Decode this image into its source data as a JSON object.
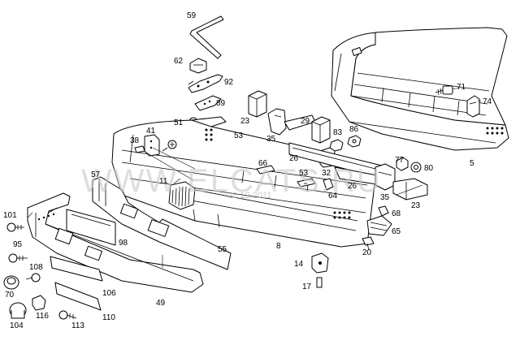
{
  "watermark": {
    "text": "WWW.ELCATS.RU",
    "date": "28.12.2011"
  },
  "labels": [
    {
      "id": "59",
      "text": "59"
    },
    {
      "id": "62",
      "text": "62"
    },
    {
      "id": "92",
      "text": "92"
    },
    {
      "id": "89",
      "text": "89"
    },
    {
      "id": "51",
      "text": "51"
    },
    {
      "id": "23a",
      "text": "23"
    },
    {
      "id": "29",
      "text": "29"
    },
    {
      "id": "83",
      "text": "83"
    },
    {
      "id": "86",
      "text": "86"
    },
    {
      "id": "71",
      "text": "71"
    },
    {
      "id": "74",
      "text": "74"
    },
    {
      "id": "41",
      "text": "41"
    },
    {
      "id": "38",
      "text": "38"
    },
    {
      "id": "53a",
      "text": "53"
    },
    {
      "id": "35a",
      "text": "35"
    },
    {
      "id": "26a",
      "text": "26"
    },
    {
      "id": "77",
      "text": "77"
    },
    {
      "id": "80",
      "text": "80"
    },
    {
      "id": "5",
      "text": "5"
    },
    {
      "id": "57",
      "text": "57"
    },
    {
      "id": "11",
      "text": "11"
    },
    {
      "id": "66",
      "text": "66"
    },
    {
      "id": "53b",
      "text": "53"
    },
    {
      "id": "32",
      "text": "32"
    },
    {
      "id": "64",
      "text": "64"
    },
    {
      "id": "26b",
      "text": "26"
    },
    {
      "id": "35b",
      "text": "35"
    },
    {
      "id": "23b",
      "text": "23"
    },
    {
      "id": "101",
      "text": "101"
    },
    {
      "id": "98",
      "text": "98"
    },
    {
      "id": "55",
      "text": "55"
    },
    {
      "id": "8",
      "text": "8"
    },
    {
      "id": "68",
      "text": "68"
    },
    {
      "id": "65",
      "text": "65"
    },
    {
      "id": "95",
      "text": "95"
    },
    {
      "id": "20",
      "text": "20"
    },
    {
      "id": "108",
      "text": "108"
    },
    {
      "id": "14",
      "text": "14"
    },
    {
      "id": "70",
      "text": "70"
    },
    {
      "id": "106",
      "text": "106"
    },
    {
      "id": "17",
      "text": "17"
    },
    {
      "id": "49",
      "text": "49"
    },
    {
      "id": "116",
      "text": "116"
    },
    {
      "id": "110",
      "text": "110"
    },
    {
      "id": "104",
      "text": "104"
    },
    {
      "id": "113",
      "text": "113"
    }
  ]
}
